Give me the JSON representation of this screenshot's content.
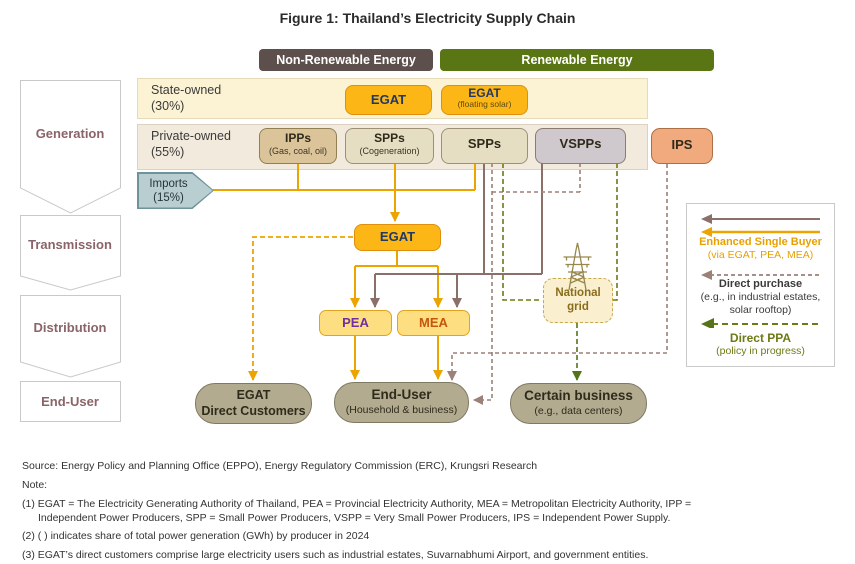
{
  "title": "Figure 1: Thailand’s Electricity Supply Chain",
  "category_bars": {
    "non_renewable": "Non-Renewable Energy",
    "renewable": "Renewable Energy"
  },
  "stages": {
    "generation": "Generation",
    "transmission": "Transmission",
    "distribution": "Distribution",
    "end_user": "End-User"
  },
  "generation": {
    "state_row": {
      "label": "State-owned",
      "share": "(30%)"
    },
    "private_row": {
      "label": "Private-owned",
      "share": "(55%)"
    },
    "imports": {
      "label": "Imports",
      "share": "(15%)"
    },
    "nodes": {
      "egat_state": {
        "label": "EGAT"
      },
      "egat_floating": {
        "label": "EGAT",
        "sublabel": "(floating solar)"
      },
      "ipps": {
        "label": "IPPs",
        "sublabel": "(Gas, coal, oil)"
      },
      "spps_cogen": {
        "label": "SPPs",
        "sublabel": "(Cogeneration)"
      },
      "spps_renewable": {
        "label": "SPPs"
      },
      "vspps": {
        "label": "VSPPs"
      },
      "ips": {
        "label": "IPS"
      }
    }
  },
  "transmission": {
    "egat": {
      "label": "EGAT"
    },
    "national_grid": {
      "label": "National",
      "label2": "grid"
    }
  },
  "distribution": {
    "pea": {
      "label": "PEA"
    },
    "mea": {
      "label": "MEA"
    }
  },
  "end_users": {
    "egat_direct": {
      "label": "EGAT",
      "sublabel": "Direct Customers"
    },
    "end_user": {
      "label": "End-User",
      "sublabel": "(Household & business)"
    },
    "certain_business": {
      "label": "Certain business",
      "sublabel": "(e.g., data centers)"
    }
  },
  "legend": {
    "enhanced_single_buyer": {
      "label": "Enhanced Single Buyer",
      "sublabel": "(via EGAT, PEA, MEA)"
    },
    "direct_purchase": {
      "label": "Direct purchase",
      "sublabel": "(e.g., in industrial estates, solar rooftop)"
    },
    "direct_ppa": {
      "label": "Direct PPA",
      "sublabel": "(policy in progress)"
    }
  },
  "footer": {
    "source": "Source: Energy Policy and Planning Office (EPPO), Energy Regulatory Commission (ERC), Krungsri Research",
    "note_label": "Note:",
    "notes": [
      "(1) EGAT = The Electricity Generating Authority of Thailand, PEA = Provincial Electricity Authority, MEA = Metropolitan Electricity Authority, IPP = Independent Power Producers, SPP = Small Power Producers, VSPP = Very Small Power Producers, IPS = Independent Power Supply.",
      "(2) ( ) indicates share of total power generation (GWh) by producer in 2024",
      "(3) EGAT’s direct customers comprise large electricity users such as industrial estates, Suvarnabhumi Airport, and government entities."
    ]
  },
  "colors": {
    "non_renewable_bar": "#5D4F4B",
    "renewable_bar": "#5A7514",
    "egat_yellow": "#FCB616",
    "enhanced_single_buyer_yellow": "#ECA400",
    "enhanced_single_buyer_brown": "#8A7068",
    "direct_purchase_brown": "#9B8177",
    "direct_ppa_olive": "#6E7A14",
    "pea_text_purple": "#7030A0",
    "mea_text_orange": "#C5560D",
    "end_user_pill": "#B3AB90",
    "imports_blue": "#B9CED1",
    "ips_salmon": "#F1AA7D"
  }
}
